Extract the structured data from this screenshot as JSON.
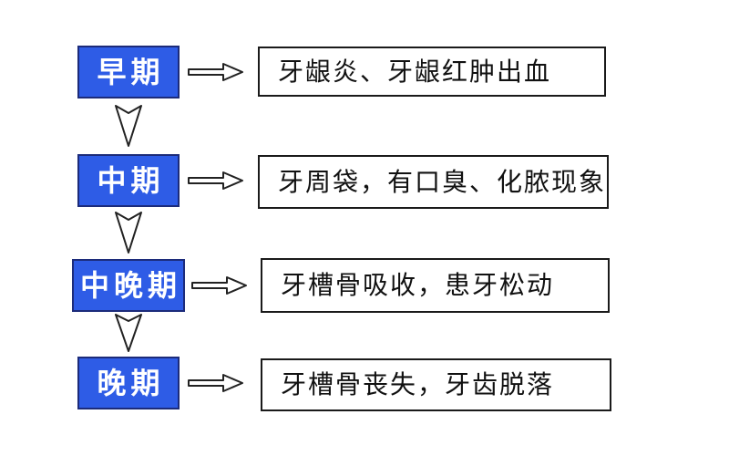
{
  "title": "periodontal-disease-stages-flowchart",
  "colors": {
    "stage_bg": "#2e5ce6",
    "stage_border": "#1c2b7a",
    "stage_text": "#ffffff",
    "box_border": "#1a1a1a",
    "box_bg": "#ffffff",
    "text": "#111111",
    "page_bg": "#ffffff"
  },
  "flow": {
    "stages": [
      {
        "label": "早期",
        "description": "牙龈炎、牙龈红肿出血"
      },
      {
        "label": "中期",
        "description": "牙周袋，有口臭、化脓现象"
      },
      {
        "label": "中晚期",
        "description": "牙槽骨吸收，患牙松动"
      },
      {
        "label": "晚期",
        "description": "牙槽骨丧失，牙齿脱落"
      }
    ],
    "icons": {
      "right_arrow": "right-arrow-icon",
      "down_arrow": "down-arrow-icon"
    }
  }
}
